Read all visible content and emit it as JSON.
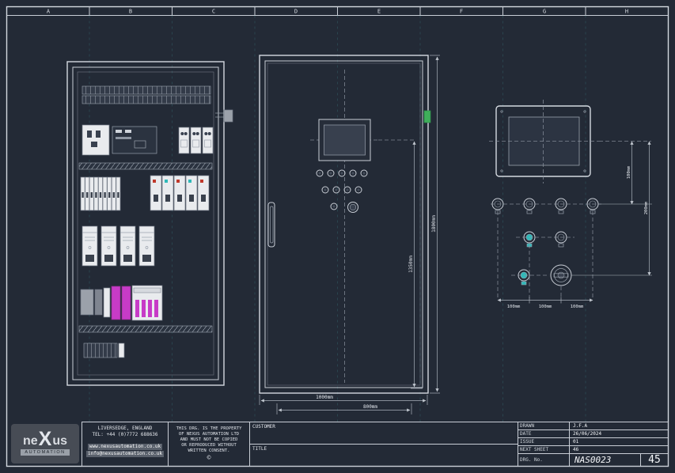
{
  "sheet": {
    "grid_letters": [
      "A",
      "B",
      "C",
      "D",
      "E",
      "F",
      "G",
      "H"
    ]
  },
  "dims": {
    "overall_width": "1000mm",
    "equipment_width": "800mm",
    "overall_height": "1800mm",
    "hmi_centre_height": "1350mm",
    "button_pitch_1": "100mm",
    "button_pitch_2": "100mm",
    "button_pitch_3": "100mm",
    "detail_v_1": "100mm",
    "detail_v_2": "200mm"
  },
  "title_block": {
    "company": {
      "logo_ne": "ne",
      "logo_x": "X",
      "logo_us": "us",
      "logo_sub": "AUTOMATION"
    },
    "address_line_1": "LIVERSEDGE, ENGLAND",
    "address_line_2": "TEL: +44 (0)7772 688636",
    "website": "www.nexusautomation.co.uk",
    "email": "info@nexusautomation.co.uk",
    "notice_lines": {
      "l1": "THIS DRG. IS THE PROPERTY",
      "l2": "OF NEXUS AUTOMATION LTD",
      "l3": "AND MUST NOT BE COPIED",
      "l4": "OR REPRODUCED WITHOUT",
      "l5": "WRITTEN CONSENT."
    },
    "copyright": "©",
    "customer_label": "CUSTOMER",
    "title_label": "TITLE",
    "drawn_label": "DRAWN",
    "drawn_value": "J.F.A",
    "date_label": "DATE",
    "date_value": "26/06/2024",
    "issue_label": "ISSUE",
    "issue_value": "01",
    "next_sheet_label": "NEXT SHEET",
    "next_sheet_value": "46",
    "drg_no_label": "DRG. No.",
    "drg_no_value": "NAS0023",
    "sheet_number": "45"
  }
}
